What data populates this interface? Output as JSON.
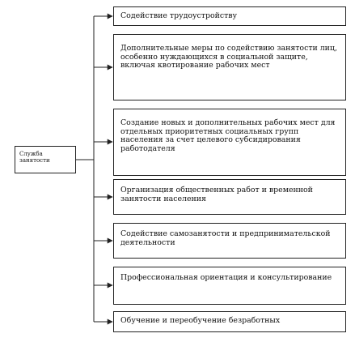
{
  "diagram": {
    "source": {
      "label": "Служба занятости"
    },
    "directions": [
      "Содействие трудоустройству",
      "Дополнительные меры по содействию занятости лиц, особенно нуждающихся в социальной защите, включая квотирование рабочих мест",
      "Создание новых и дополнительных рабочих мест для отдельных приоритетных социальных групп населения за счет целевого субсидирования работодателя",
      "Организация общественных работ и временной занятости населения",
      "Содействие самозанятости и предпринимательской деятельности",
      "Профессиональная ориентация и консультирование",
      "Обучение и переобучение безработных"
    ]
  }
}
